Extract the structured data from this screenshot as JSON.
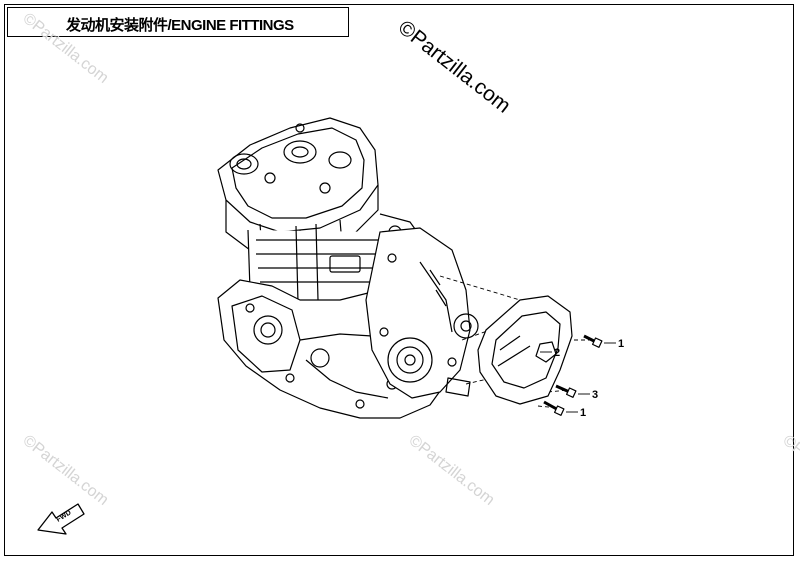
{
  "title": "发动机安装附件/ENGINE FITTINGS",
  "watermarks": {
    "main": "©Partzilla.com",
    "faint": "©Partzilla.com"
  },
  "callouts": [
    {
      "label": "1",
      "name": "bolt-upper"
    },
    {
      "label": "2",
      "name": "engine-cover"
    },
    {
      "label": "3",
      "name": "bolt-middle"
    },
    {
      "label": "1",
      "name": "bolt-lower"
    }
  ],
  "fwd_label": "FWD"
}
